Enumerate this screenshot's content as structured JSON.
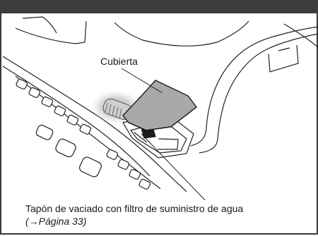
{
  "labels": {
    "cover": "Cubierta",
    "plug": "Tapón de vaciado con filtro de suministro de agua",
    "page_ref": "(→Página 33)"
  },
  "colors": {
    "header_bar": "#3d3d3d",
    "cover_fill": "#a9a9a9",
    "line": "#222222"
  }
}
